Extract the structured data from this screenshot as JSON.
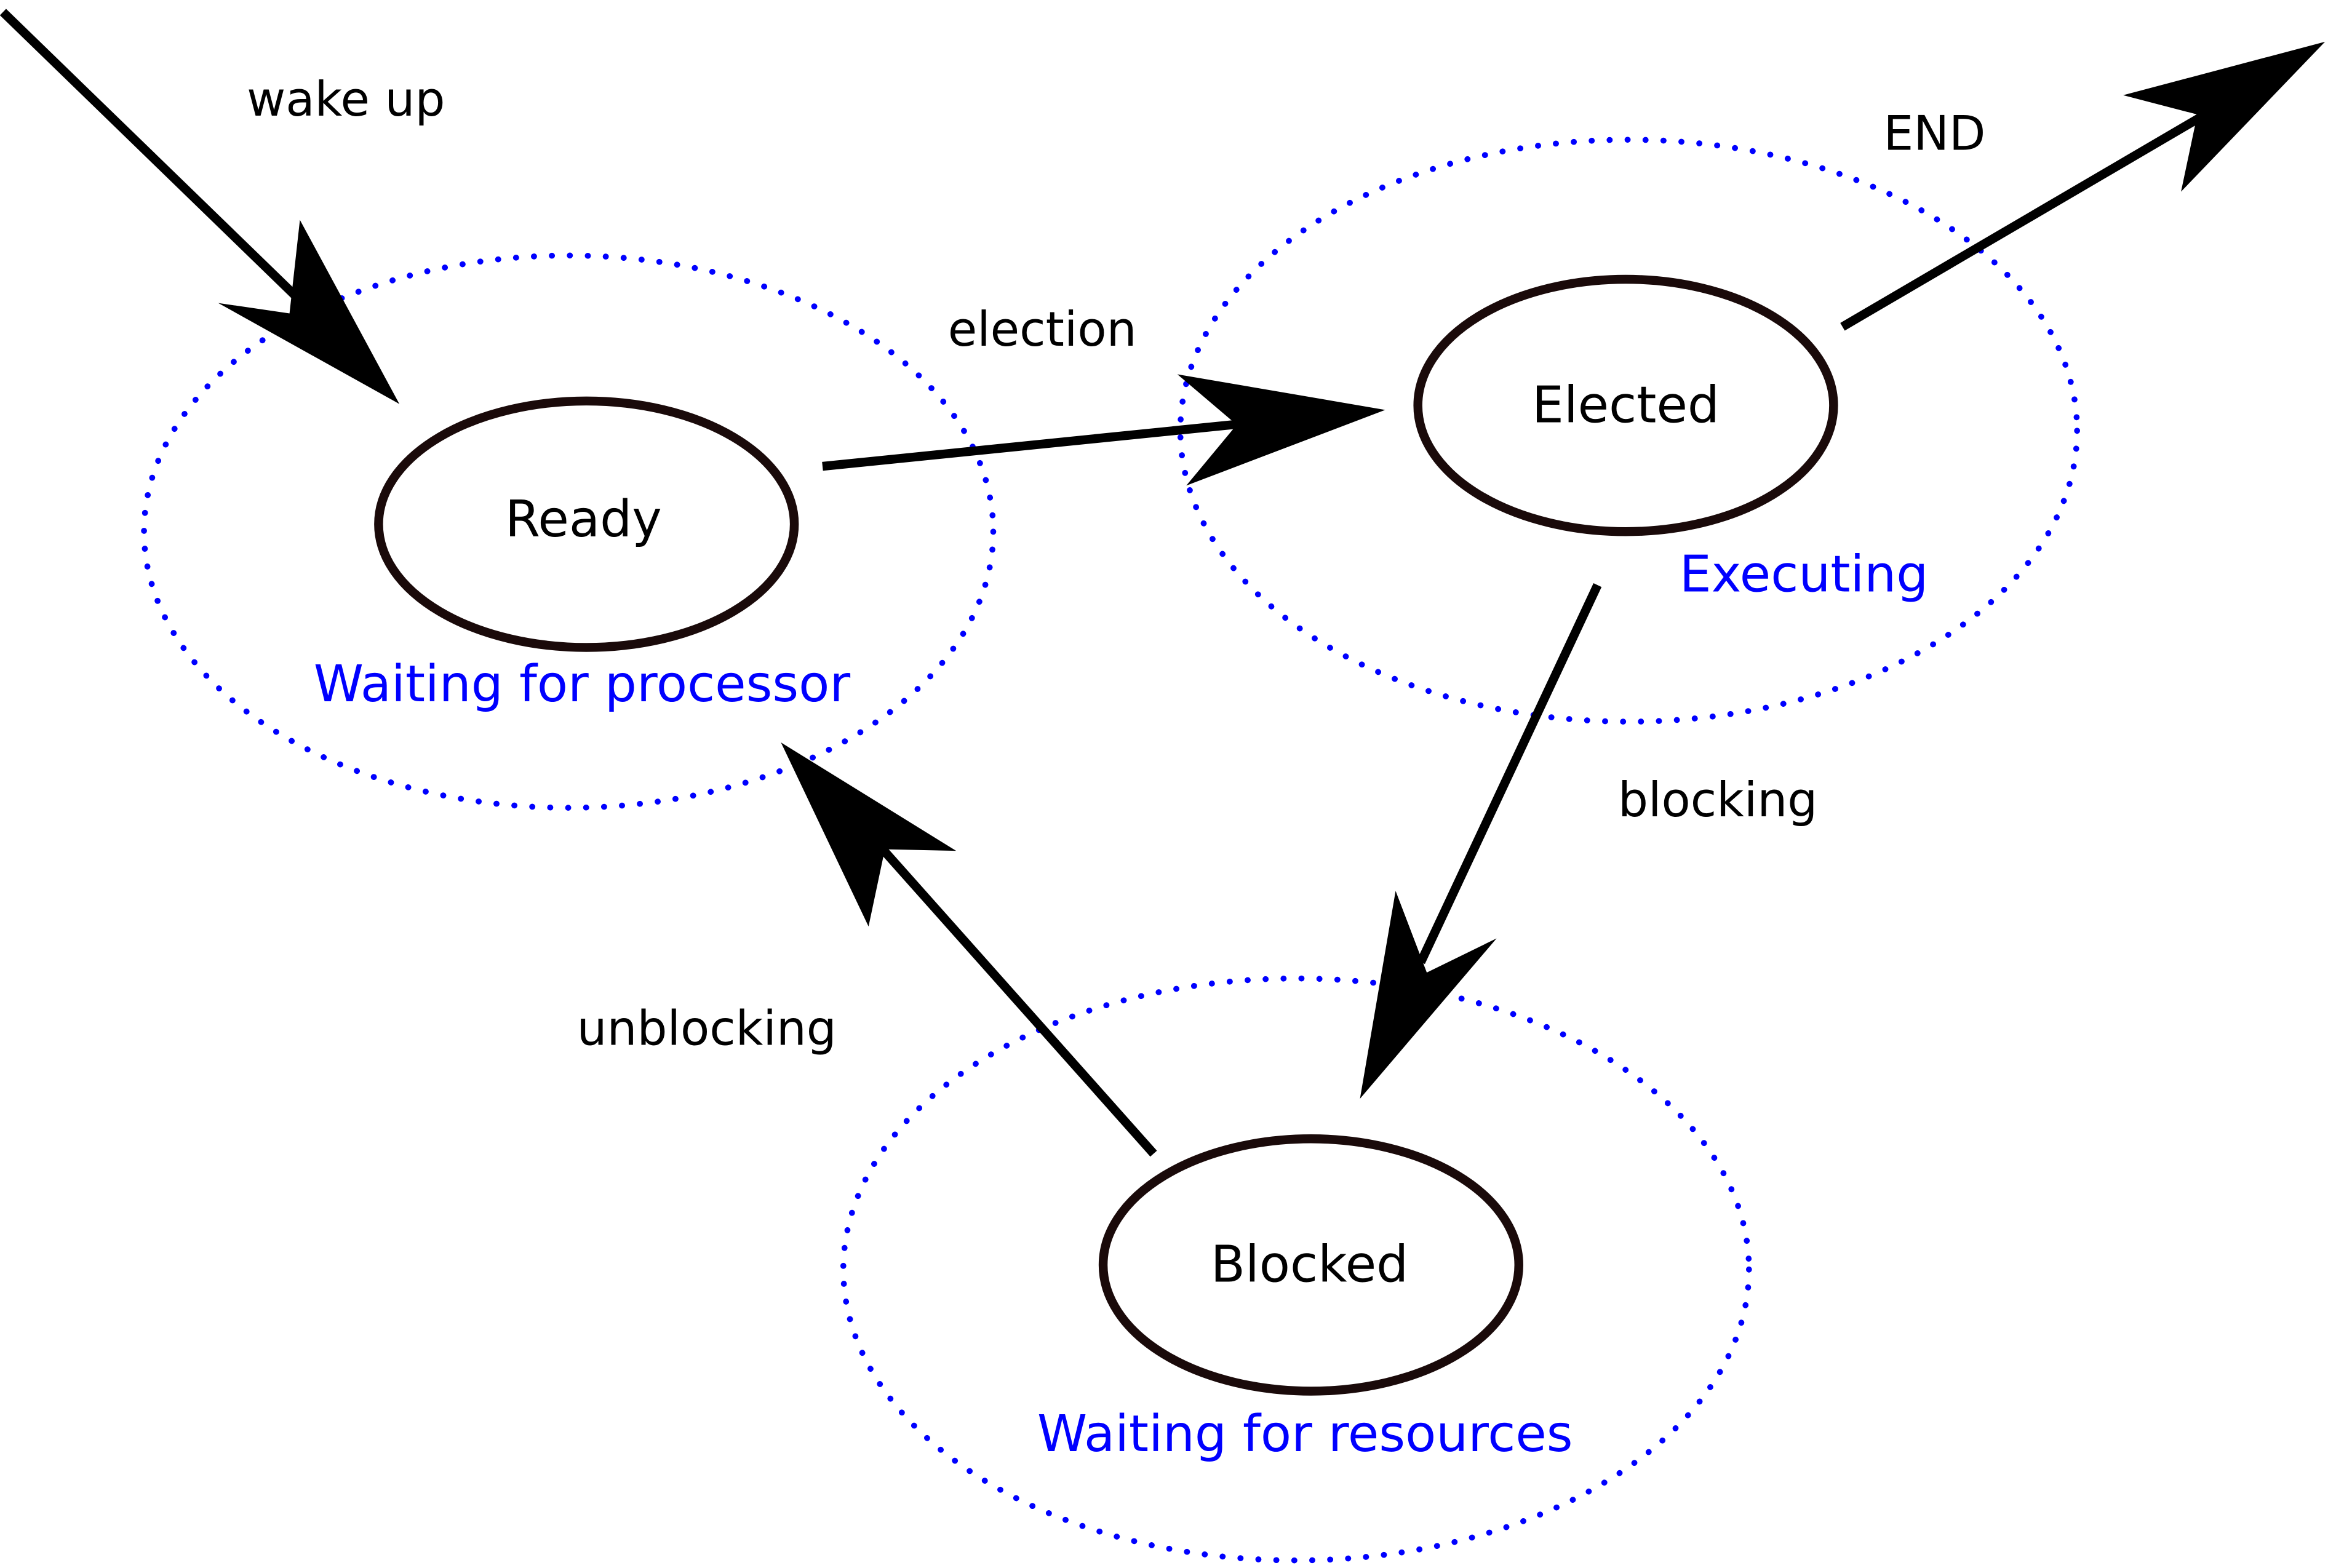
{
  "colors": {
    "state_border": "#1a0a0a",
    "group_border": "#0000ff",
    "group_text": "#0000ff",
    "arrow": "#000000",
    "text": "#000000",
    "background": "#ffffff"
  },
  "states": {
    "ready": "Ready",
    "elected": "Elected",
    "blocked": "Blocked"
  },
  "groups": {
    "waiting_processor": "Waiting for processor",
    "executing": "Executing",
    "waiting_resources": "Waiting for resources"
  },
  "transitions": {
    "wake_up": "wake up",
    "election": "election",
    "end": "END",
    "blocking": "blocking",
    "unblocking": "unblocking"
  }
}
